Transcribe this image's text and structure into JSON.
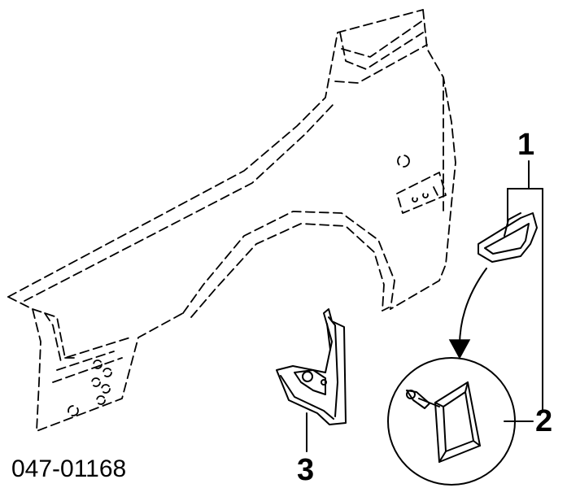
{
  "diagram": {
    "catalog_number": "047-01168",
    "callouts": [
      {
        "id": "1",
        "label": "1"
      },
      {
        "id": "2",
        "label": "2"
      },
      {
        "id": "3",
        "label": "3"
      }
    ]
  }
}
